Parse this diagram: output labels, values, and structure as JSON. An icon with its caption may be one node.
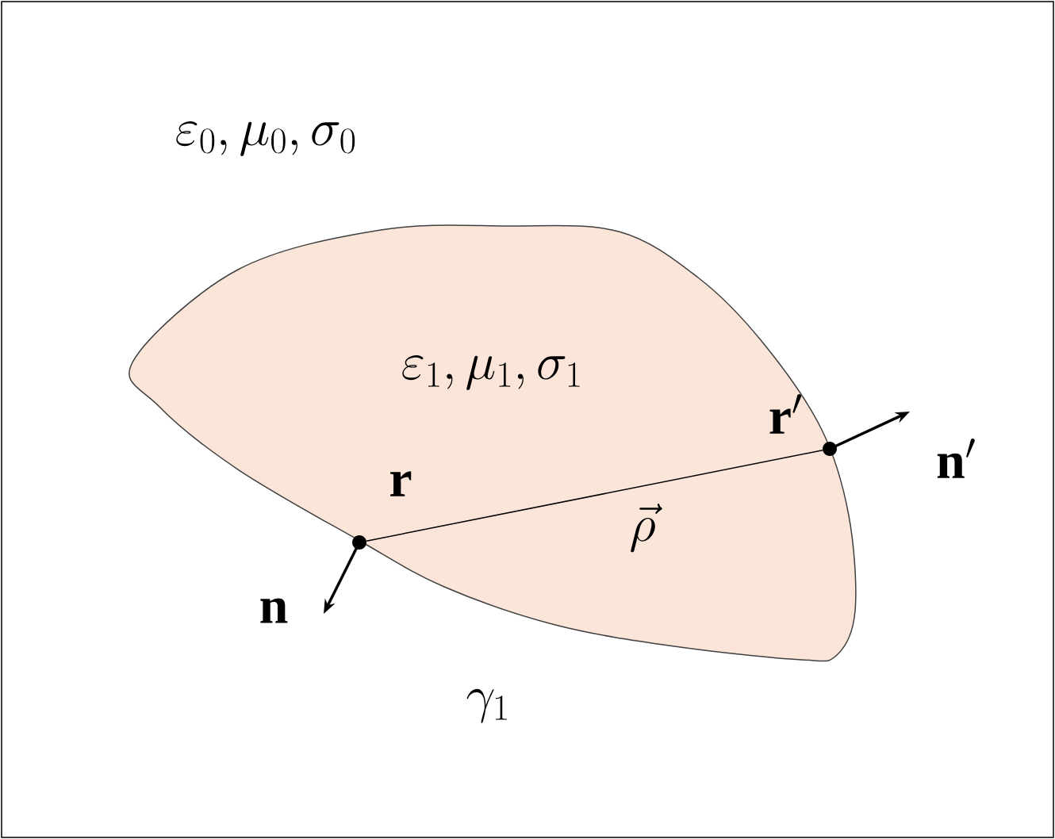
{
  "diagram": {
    "nodes": [
      {
        "text": [
          "\\varepsilon_1 , \\mu_1 , \\sigma_1"
        ]
      },
      {
        "text": [],
        "shape": "circle",
        "in": 0
      },
      {
        "text": [],
        "shape": "circle",
        "in": 0
      }
    ],
    "edges": [
      {
        "from": 1,
        "to": 2,
        "arrow": "none",
        "label": "\\vec{\\rho}"
      }
    ],
    "labels": [
      "\\varepsilon_0 , \\mu_0 , \\sigma_0",
      "\\mathbf{r}",
      "\\mathbf{r}'",
      "\\mathbf{n}",
      "\\mathbf{n}'",
      "\\gamma_1"
    ]
  }
}
